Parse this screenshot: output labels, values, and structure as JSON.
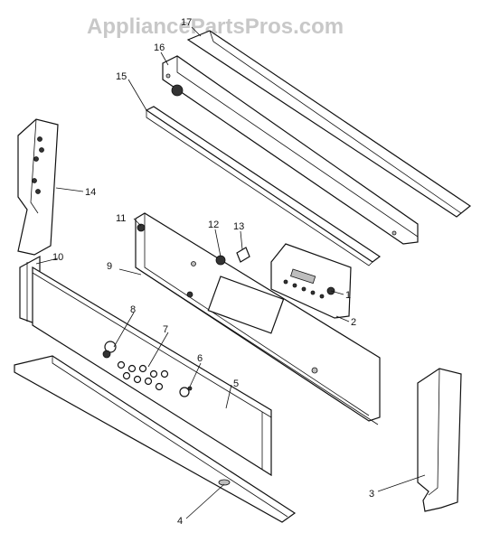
{
  "watermark": "AppliancePartsPros.com",
  "callouts": {
    "p1": "1",
    "p2": "2",
    "p3": "3",
    "p4": "4",
    "p5": "5",
    "p6": "6",
    "p7": "7",
    "p8": "8",
    "p9": "9",
    "p10": "10",
    "p11": "11",
    "p12": "12",
    "p13": "13",
    "p14": "14",
    "p15": "15",
    "p16": "16",
    "p17": "17"
  }
}
